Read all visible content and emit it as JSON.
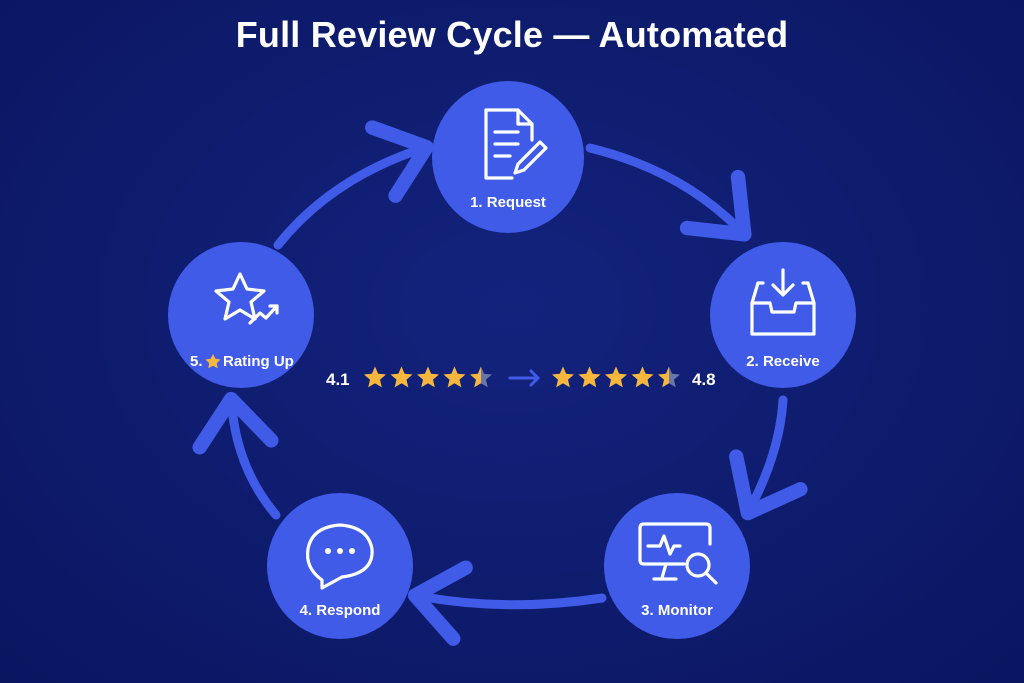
{
  "title": "Full Review Cycle — Automated",
  "colors": {
    "background": "#0e1b6c",
    "node": "#3f5be8",
    "arrow": "#3f5be8",
    "star_filled": "#f6b73c",
    "star_empty": "#6c75a8",
    "text": "#ffffff"
  },
  "steps": [
    {
      "label": "1. Request",
      "icon": "document-pencil-icon"
    },
    {
      "label": "2. Receive",
      "icon": "inbox-download-icon"
    },
    {
      "label": "3. Monitor",
      "icon": "monitor-search-icon"
    },
    {
      "label": "4. Respond",
      "icon": "chat-bubble-icon"
    },
    {
      "label_prefix": "5.",
      "label": "Rating Up",
      "icon": "star-trend-up-icon",
      "badge_icon": "star-icon"
    }
  ],
  "rating_change": {
    "before": {
      "value": "4.1",
      "rating": 4.5
    },
    "after": {
      "value": "4.8",
      "rating": 4.5
    },
    "arrow_icon": "arrow-right-icon",
    "max_stars": 5
  }
}
